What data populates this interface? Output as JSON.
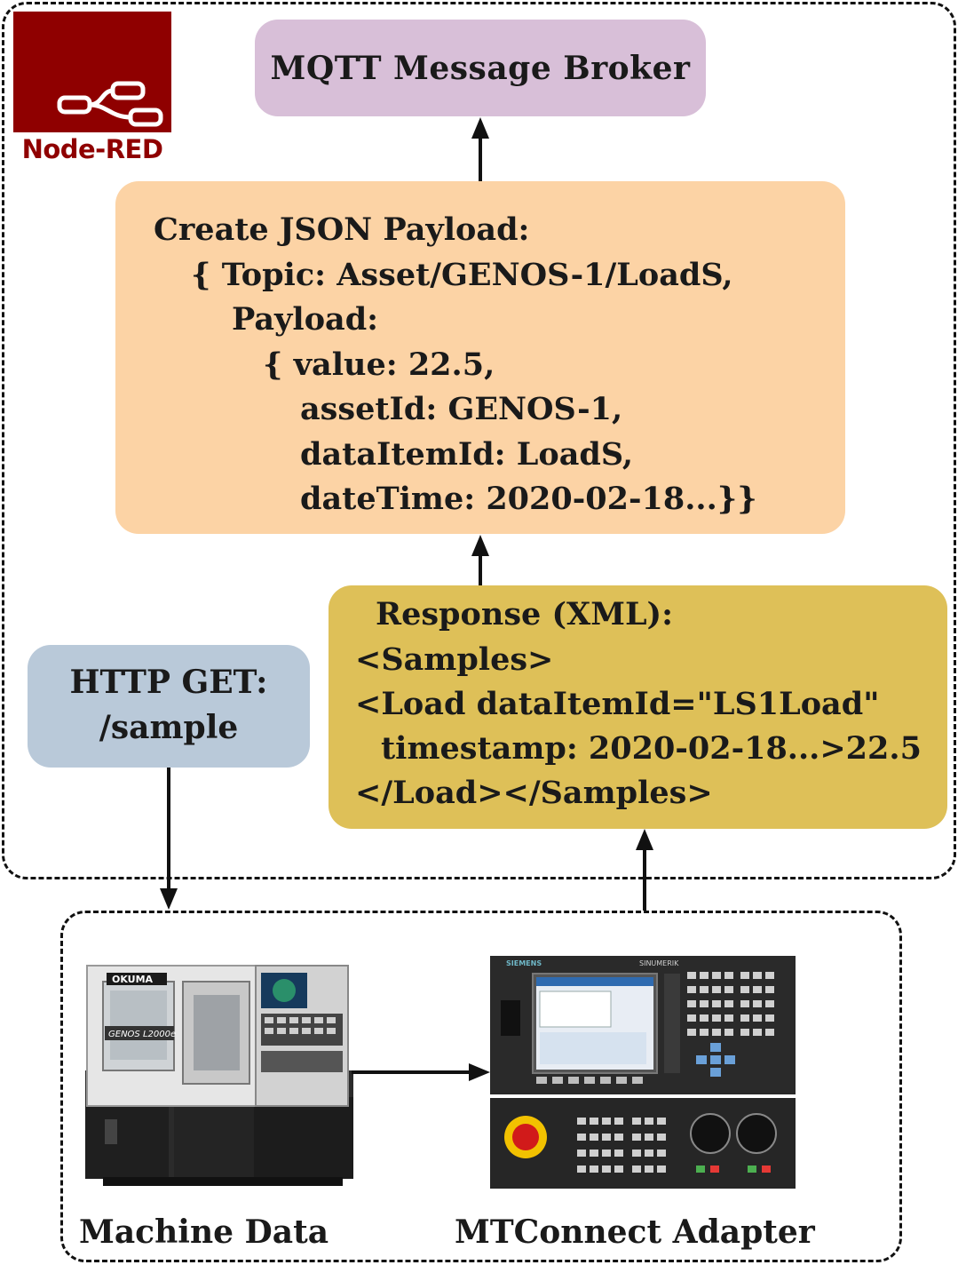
{
  "logo": {
    "text": "Node-RED"
  },
  "broker": {
    "label": "MQTT Message Broker"
  },
  "json_payload": {
    "lines": [
      "Create JSON Payload:",
      "{ Topic: Asset/GENOS-1/LoadS,",
      "Payload:",
      "{ value: 22.5,",
      "assetId: GENOS-1,",
      "dataItemId: LoadS,",
      "dateTime: 2020-02-18...}}"
    ]
  },
  "xml_response": {
    "lines": [
      "Response (XML):",
      "<Samples>",
      "<Load dataItemId=\"LS1Load\"",
      "timestamp: 2020-02-18...>22.5",
      "</Load></Samples>"
    ]
  },
  "http_get": {
    "line1": "HTTP GET:",
    "line2": "/sample"
  },
  "machine": {
    "caption": "Machine Data",
    "brand": "OKUMA",
    "model": "GENOS L2000e"
  },
  "adapter": {
    "caption": "MTConnect Adapter",
    "brand": "SIEMENS",
    "panel": "SINUMERIK"
  },
  "colors": {
    "broker": "#d8bfd8",
    "json": "#fcd3a5",
    "xml": "#dec058",
    "http": "#b9c9d9",
    "node_red": "#8f0000"
  }
}
